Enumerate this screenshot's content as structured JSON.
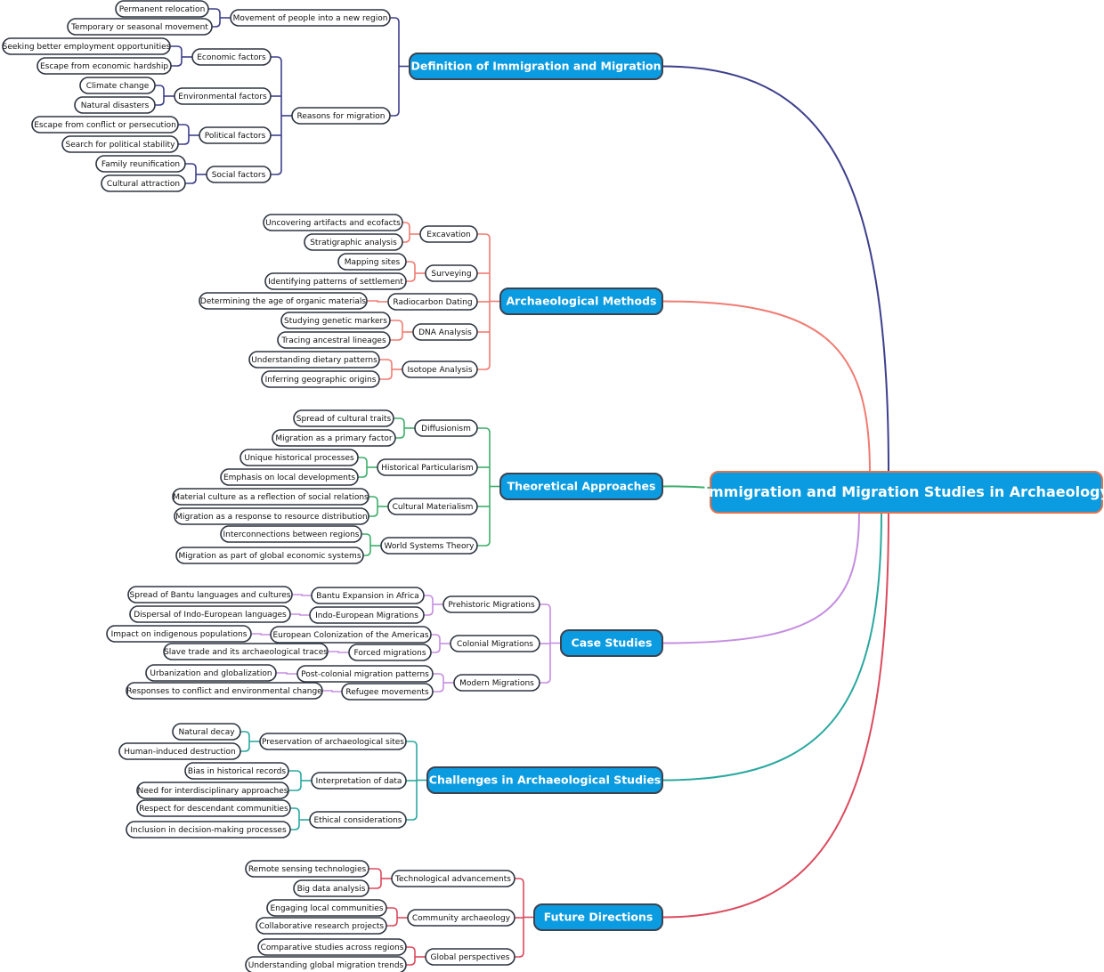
{
  "root": "Immigration and Migration Studies in Archaeology",
  "branches": [
    {
      "title": "Definition of Immigration and Migration",
      "color": "#3d3f8c",
      "groups": [
        {
          "label": "Movement of people into a new region",
          "items": [
            "Permanent relocation",
            "Temporary or seasonal movement"
          ]
        },
        {
          "label": "Reasons for migration",
          "items": [
            {
              "label": "Economic factors",
              "items": [
                "Seeking better employment opportunities",
                "Escape from economic hardship"
              ]
            },
            {
              "label": "Environmental factors",
              "items": [
                "Climate change",
                "Natural disasters"
              ]
            },
            {
              "label": "Political factors",
              "items": [
                "Escape from conflict or persecution",
                "Search for political stability"
              ]
            },
            {
              "label": "Social factors",
              "items": [
                "Family reunification",
                "Cultural attraction"
              ]
            }
          ]
        }
      ]
    },
    {
      "title": "Archaeological Methods",
      "color": "#f07b72",
      "groups": [
        {
          "label": "Excavation",
          "items": [
            "Uncovering artifacts and ecofacts",
            "Stratigraphic analysis"
          ]
        },
        {
          "label": "Surveying",
          "items": [
            "Mapping sites",
            "Identifying patterns of settlement"
          ]
        },
        {
          "label": "Radiocarbon Dating",
          "items": [
            "Determining the age of organic materials"
          ]
        },
        {
          "label": "DNA Analysis",
          "items": [
            "Studying genetic markers",
            "Tracing ancestral lineages"
          ]
        },
        {
          "label": "Isotope Analysis",
          "items": [
            "Understanding dietary patterns",
            "Inferring geographic origins"
          ]
        }
      ]
    },
    {
      "title": "Theoretical Approaches",
      "color": "#3dae6b",
      "groups": [
        {
          "label": "Diffusionism",
          "items": [
            "Spread of cultural traits",
            "Migration as a primary factor"
          ]
        },
        {
          "label": "Historical Particularism",
          "items": [
            "Unique historical processes",
            "Emphasis on local developments"
          ]
        },
        {
          "label": "Cultural Materialism",
          "items": [
            "Material culture as a reflection of social relations",
            "Migration as a response to resource distribution"
          ]
        },
        {
          "label": "World Systems Theory",
          "items": [
            "Interconnections between regions",
            "Migration as part of global economic systems"
          ]
        }
      ]
    },
    {
      "title": "Case Studies",
      "color": "#c58ee0",
      "groups": [
        {
          "label": "Prehistoric Migrations",
          "items": [
            {
              "label": "Bantu Expansion in Africa",
              "items": [
                "Spread of Bantu languages and cultures"
              ]
            },
            {
              "label": "Indo-European Migrations",
              "items": [
                "Dispersal of Indo-European languages"
              ]
            }
          ]
        },
        {
          "label": "Colonial Migrations",
          "items": [
            {
              "label": "European Colonization of the Americas",
              "items": [
                "Impact on indigenous populations"
              ]
            },
            {
              "label": "Forced migrations",
              "items": [
                "Slave trade and its archaeological traces"
              ]
            }
          ]
        },
        {
          "label": "Modern Migrations",
          "items": [
            {
              "label": "Post-colonial migration patterns",
              "items": [
                "Urbanization and globalization"
              ]
            },
            {
              "label": "Refugee movements",
              "items": [
                "Responses to conflict and environmental change"
              ]
            }
          ]
        }
      ]
    },
    {
      "title": "Challenges in Archaeological Studies",
      "color": "#2aa8a0",
      "groups": [
        {
          "label": "Preservation of archaeological sites",
          "items": [
            "Natural decay",
            "Human-induced destruction"
          ]
        },
        {
          "label": "Interpretation of data",
          "items": [
            "Bias in historical records",
            "Need for interdisciplinary approaches"
          ]
        },
        {
          "label": "Ethical considerations",
          "items": [
            "Respect for descendant communities",
            "Inclusion in decision-making processes"
          ]
        }
      ]
    },
    {
      "title": "Future Directions",
      "color": "#db4b5e",
      "groups": [
        {
          "label": "Technological advancements",
          "items": [
            "Remote sensing technologies",
            "Big data analysis"
          ]
        },
        {
          "label": "Community archaeology",
          "items": [
            "Engaging local communities",
            "Collaborative research projects"
          ]
        },
        {
          "label": "Global perspectives",
          "items": [
            "Comparative studies across regions",
            "Understanding global migration trends"
          ]
        }
      ]
    }
  ]
}
